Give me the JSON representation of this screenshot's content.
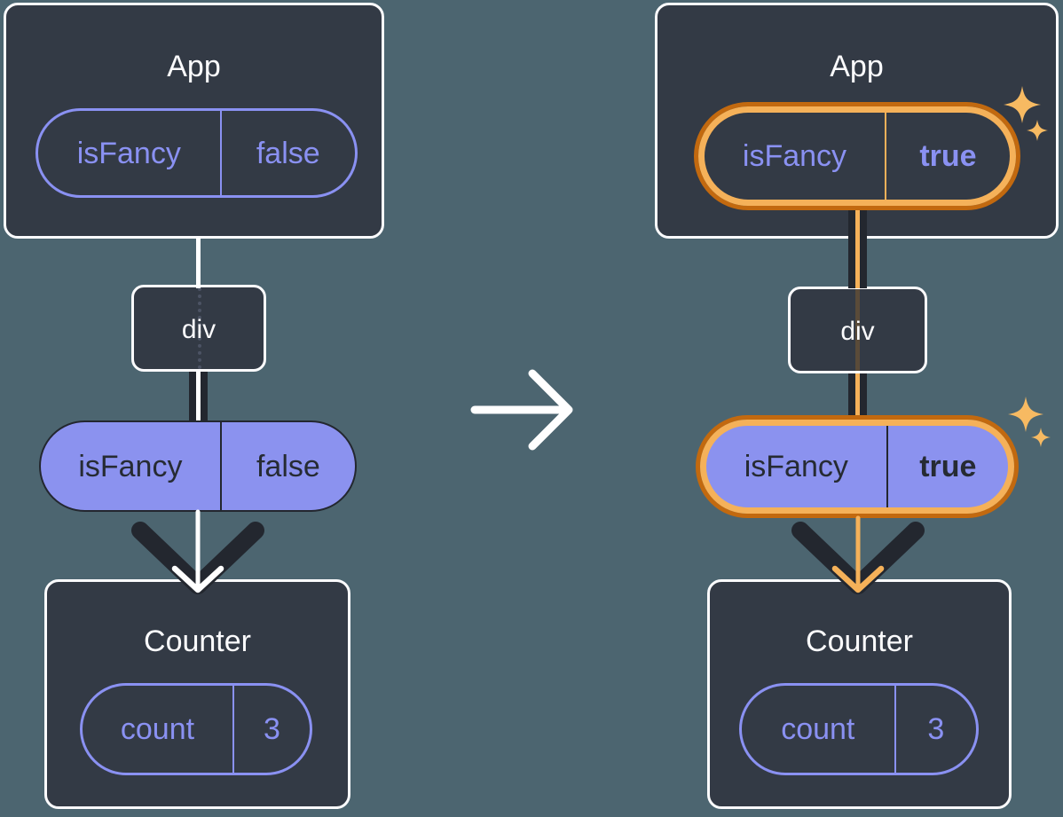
{
  "diagram_description": "React component tree before and after a prop change: App passes isFancy prop through div to Counter",
  "colors": {
    "background": "#4C6570",
    "card_bg": "#333A45",
    "card_border": "#FBFBFD",
    "text_light": "#FBFBFD",
    "purple": "#8A91F2",
    "purple_fill": "#8B92EF",
    "dark": "#23272F",
    "text_dark": "#262B33",
    "orange_dark": "#C2690F",
    "orange_light": "#F5B159",
    "sparkle": "#F7BA62",
    "dashed_gray": "#4C5364",
    "amber_muted": "#5A4B39",
    "white": "#FFFFFF"
  },
  "before": {
    "app": {
      "title": "App",
      "prop": {
        "name": "isFancy",
        "value": "false"
      }
    },
    "div": {
      "label": "div"
    },
    "passed_prop": {
      "name": "isFancy",
      "value": "false"
    },
    "counter": {
      "title": "Counter",
      "state": {
        "name": "count",
        "value": "3"
      }
    }
  },
  "after": {
    "app": {
      "title": "App",
      "prop": {
        "name": "isFancy",
        "value": "true"
      }
    },
    "div": {
      "label": "div"
    },
    "passed_prop": {
      "name": "isFancy",
      "value": "true"
    },
    "counter": {
      "title": "Counter",
      "state": {
        "name": "count",
        "value": "3"
      }
    }
  },
  "icons": {
    "transition_arrow": "right-arrow",
    "sparkles": "sparkle highlight on changed prop pills",
    "flow_arrowhead": "downward chevron arrowhead into Counter"
  }
}
